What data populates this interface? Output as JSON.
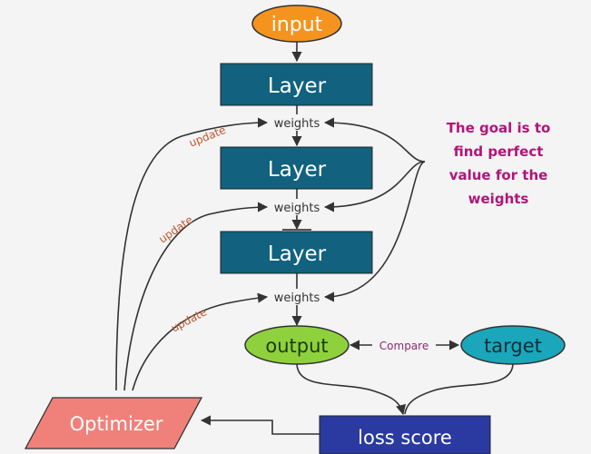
{
  "nodes": {
    "input": "input",
    "layer1": "Layer",
    "layer2": "Layer",
    "layer3": "Layer",
    "output": "output",
    "target": "target",
    "loss": "loss score",
    "optimizer": "Optimizer"
  },
  "labels": {
    "weights1": "weights",
    "weights2": "weights",
    "weights3": "weights",
    "update1": "update",
    "update2": "update",
    "update3": "update",
    "compare": "Compare"
  },
  "goal": [
    "The goal is to",
    "find perfect",
    "value for the",
    "weights"
  ],
  "colors": {
    "input": "#f5931f",
    "layer": "#11617f",
    "output": "#8fd13c",
    "target": "#1aa6bb",
    "loss": "#2b3aa0",
    "optimizer": "#f0817a",
    "goal": "#b0157a",
    "update": "#c0552e"
  }
}
